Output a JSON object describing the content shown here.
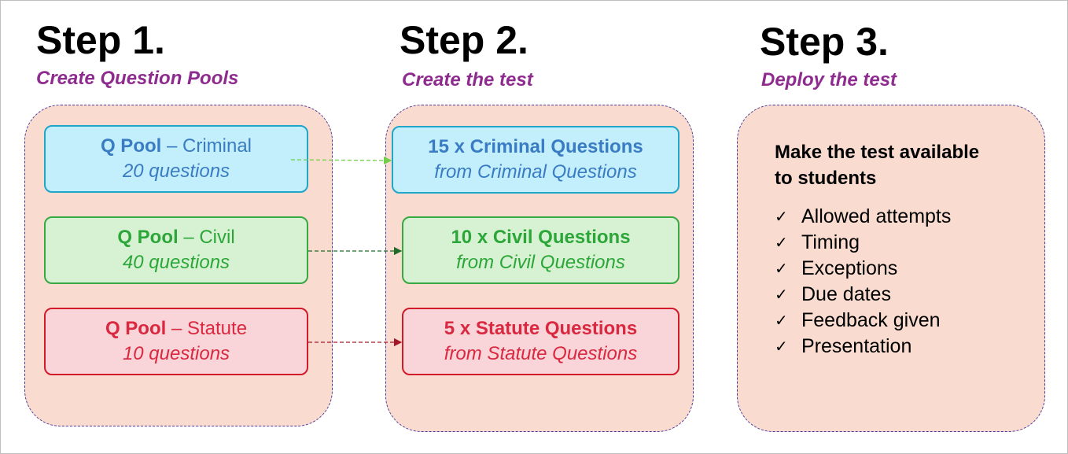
{
  "steps": [
    {
      "title": "Step 1.",
      "subtitle": "Create Question Pools"
    },
    {
      "title": "Step 2.",
      "subtitle": "Create the test"
    },
    {
      "title": "Step 3.",
      "subtitle": "Deploy the test"
    }
  ],
  "pools": [
    {
      "bold": "Q Pool",
      "suffix": " – Criminal",
      "count": "20 questions"
    },
    {
      "bold": "Q Pool",
      "suffix": " – Civil",
      "count": "40 questions"
    },
    {
      "bold": "Q Pool",
      "suffix": " – Statute",
      "count": "10 questions"
    }
  ],
  "test_items": [
    {
      "title": "15 x Criminal Questions",
      "source": "from Criminal Questions"
    },
    {
      "title": "10 x Civil Questions",
      "source": "from Civil Questions"
    },
    {
      "title": "5 x Statute Questions",
      "source": "from Statute Questions"
    }
  ],
  "deploy": {
    "heading_line1": "Make the test available",
    "heading_line2": "to students",
    "check_glyph": "✓",
    "items": [
      "Allowed attempts",
      "Timing",
      "Exceptions",
      "Due dates",
      "Feedback given",
      "Presentation"
    ]
  },
  "colors": {
    "panel_fill": "#f9dccf",
    "subtitle": "#8e2b8e",
    "criminal_fill": "#c3eefb",
    "criminal_text": "#3a7cc4",
    "civil_fill": "#d6f2d3",
    "civil_text": "#2da639",
    "statute_fill": "#f9d4d9",
    "statute_text": "#d9283f"
  }
}
